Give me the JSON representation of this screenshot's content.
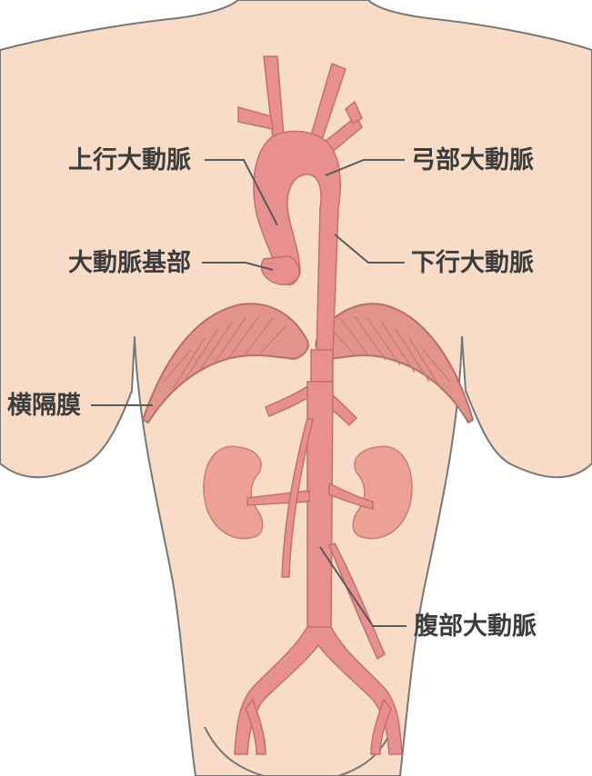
{
  "colors": {
    "background": "#ffffff",
    "skin": "#f8dcc8",
    "skin_outline": "#777777",
    "artery": "#e89090",
    "artery_dark": "#c46e6e",
    "diaphragm": "#e2938a",
    "kidney": "#eda195",
    "label_text": "#3c3c3c",
    "leader_line": "#5a5a5a"
  },
  "labels": {
    "ascending_aorta": "上行大動脈",
    "aortic_arch": "弓部大動脈",
    "aortic_root": "大動脈基部",
    "descending_aorta": "下行大動脈",
    "diaphragm": "横隔膜",
    "abdominal_aorta": "腹部大動脈"
  }
}
